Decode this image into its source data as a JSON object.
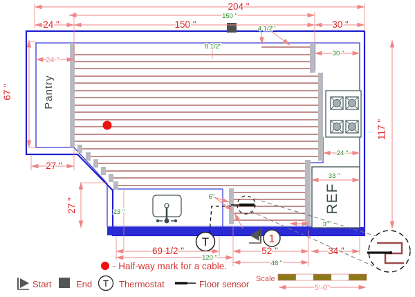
{
  "dims": {
    "overall_width": "204 \"",
    "green_width": "150 \"",
    "red_width": "150 \"",
    "left_offset": "24 \"",
    "right_offset": "30 \"",
    "edge_gap": "4 1/2\"",
    "first_row_gap": "8 1/2\"",
    "right_depth": "30 \"",
    "pantry_offset": "24 \"",
    "pantry_depth": "67 \"",
    "total_height": "117 \"",
    "stove_clear": "24 \"",
    "ref_inner": "33 \"",
    "step_w": "27 \"",
    "step_h": "27 \"",
    "counter_depth": "23 \"",
    "sensor_gap": "6\"",
    "end_gap": "3\"",
    "counter_w": "69 1/2 \"",
    "island_w": "52 \"",
    "ref_w": "34 \"",
    "bottom_w": "120 \"",
    "island_inner": "48 \""
  },
  "rooms": {
    "pantry": "Pantry",
    "fridge": "REF"
  },
  "symbols": {
    "thermostat": "T",
    "callout": "1"
  },
  "legend": {
    "halfway": "- Half-way mark for a cable.",
    "start": "Start",
    "end": "End",
    "thermostat": "Thermostat",
    "floor_sensor": "Floor sensor"
  },
  "scale": {
    "label": "Scale",
    "length": "5'-0\""
  }
}
